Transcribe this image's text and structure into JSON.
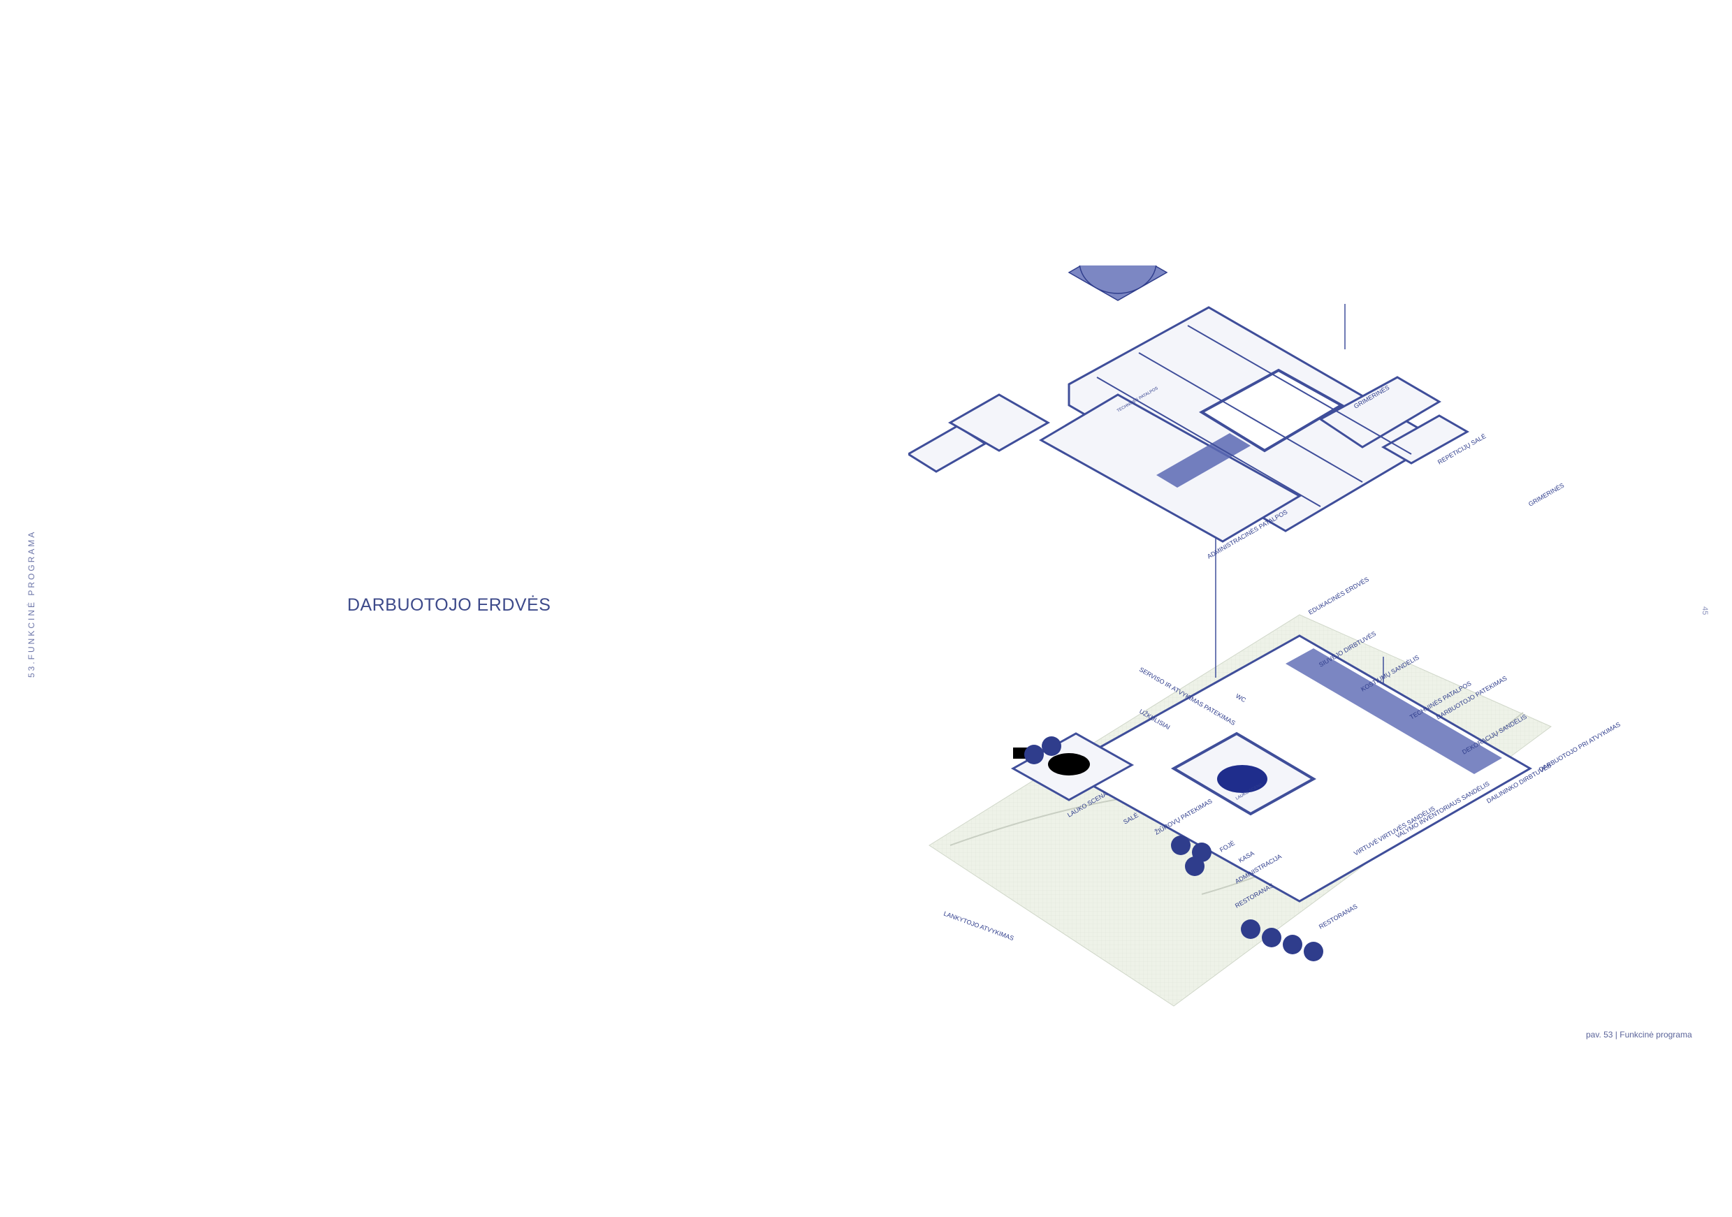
{
  "side_label": "53.FUNKCINĖ PROGRAMA",
  "section_title": "DARBUOTOJO ERDVĖS",
  "page_number": "45",
  "caption": "pav. 53 | Funkcinė programa",
  "diagram": {
    "upper_labels": {
      "grimerines_1": "GRIMERINĖS",
      "repeticiju_sale": "REPETICIJŲ SALĖ",
      "grimerines_2": "GRIMERINĖS",
      "administracines": "ADMINISTRACINĖS PATALPOS",
      "edukacines": "EDUKACINĖS ERDVĖS",
      "church_note": "TECHNINĖS PATALPOS"
    },
    "lower_labels": {
      "serviso": "SERVISO IR ATVYKIMAS PATEKIMAS",
      "wc": "WC",
      "uzkulisiai": "UŽKULISIAI",
      "lauko_scena": "LAUKO SCENA",
      "sale": "SALĖ",
      "ziuroviu_patekimas": "ŽIŪROVŲ PATEKIMAS",
      "fojė": "FOJĖ",
      "kasa": "KASA",
      "administracija": "ADMINISTRACIJA",
      "restoranas_1": "RESTORANAS",
      "restoranas_2": "RESTORANAS",
      "lankytojo_atvykimas": "LANKYTOJO ATVYKIMAS",
      "siuvejo_dirbtuves": "SIUVĖJO DIRBTUVĖS",
      "kostiumu_sandelis": "KOSTIUMŲ SANDĖLIS",
      "technines_patalpos": "TECHNINĖS PATALPOS",
      "darbuotojo_patekimas": "DARBUOTOJO PATEKIMAS",
      "dekoraciju_sandelis": "DEKORACIJŲ SANDĖLIS",
      "dailininko_dirbtuves": "DAILININKO DIRBTUVĖS",
      "lauko_scena_inner": "LAUKO SCENA",
      "valymo_inventoriaus": "VALYMO INVENTORIAUS SANDĖLIS",
      "virtuve": "VIRTUVĖ",
      "virtuves_sandelis": "VIRTUVĖS SANDĖLIS",
      "darbuotojo_pri": "DARBUOTOJO PRI ATVYKIMAS"
    }
  }
}
